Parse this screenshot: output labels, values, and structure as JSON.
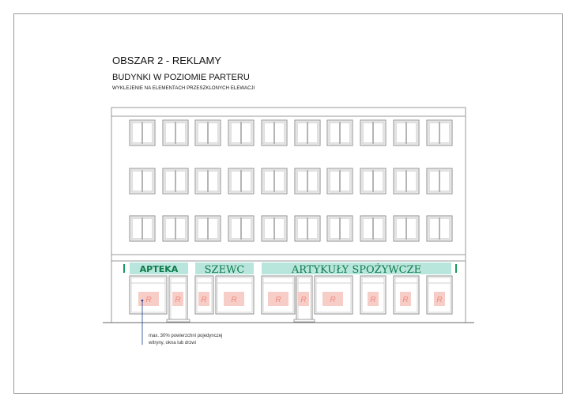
{
  "header": {
    "title": "OBSZAR 2 - REKLAMY",
    "subtitle": "BUDYNKI W POZIOMIE PARTERU",
    "note": "WYKLEJENIE NA ELEMENTACH PRZESZKLONYCH ELEWACJI"
  },
  "signs": {
    "apteka": "APTEKA",
    "szewc": "SZEWC",
    "grocery": "ARTYKUŁY SPOŻYWCZE"
  },
  "window_marker": "R",
  "annotation": {
    "line1": "max. 30% powierzchni pojedynczej",
    "line2": "witryny, okna lub drzwi"
  },
  "colors": {
    "sign_band": "#b9e6dc",
    "sign_text": "#0c7a4a",
    "decal_fill": "#f7cdc7",
    "decal_text": "#f08a80",
    "annotation_leader": "#1f3f8f"
  }
}
